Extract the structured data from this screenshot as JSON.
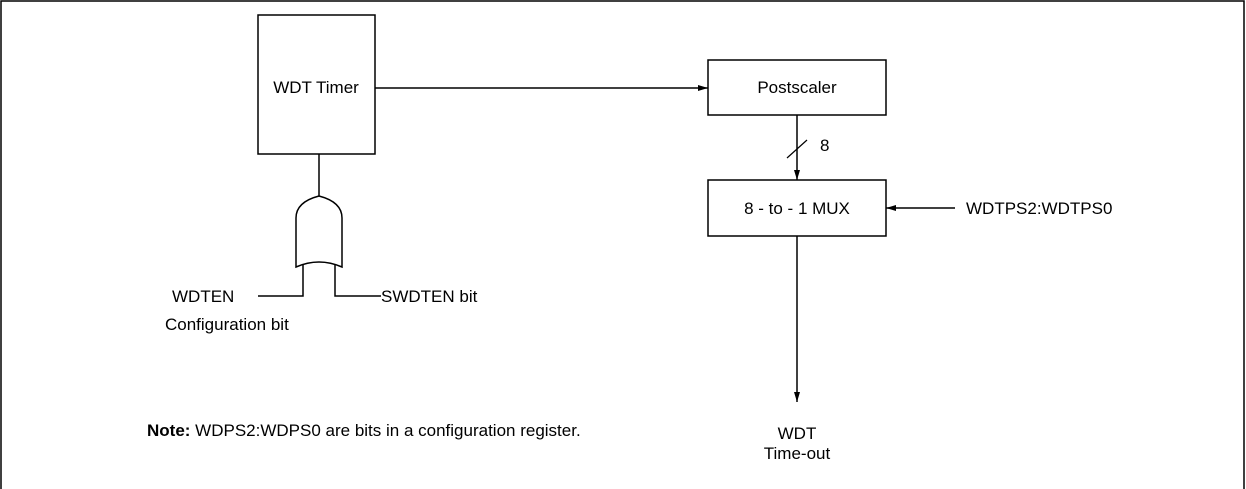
{
  "blocks": {
    "wdt_timer": "WDT Timer",
    "postscaler": "Postscaler",
    "mux": "8 - to - 1 MUX"
  },
  "bus_width": "8",
  "inputs": {
    "wdtps": "WDTPS2:WDTPS0",
    "wdten": "WDTEN",
    "wdten_sub": "Configuration bit",
    "swdten": "SWDTEN bit"
  },
  "output": {
    "line1": "WDT",
    "line2": "Time-out"
  },
  "note": {
    "label": "Note:",
    "text": " WDPS2:WDPS0 are bits in a configuration register."
  }
}
